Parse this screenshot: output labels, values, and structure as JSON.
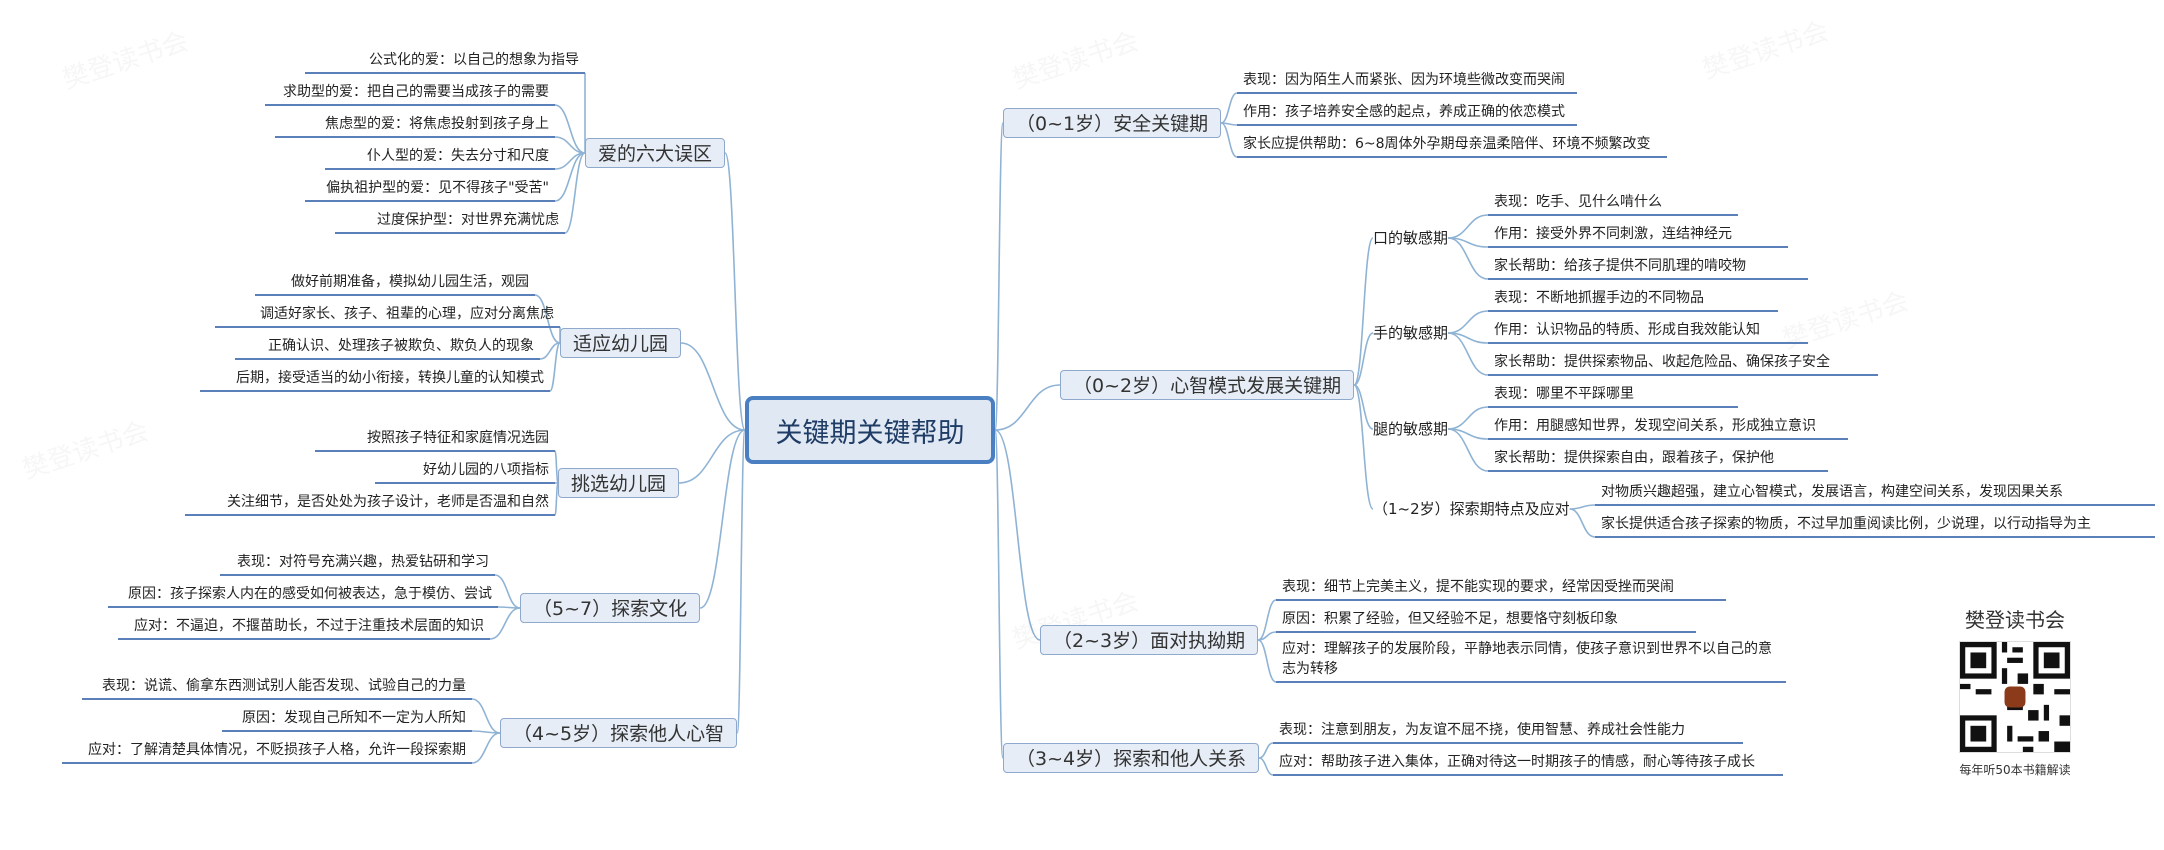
{
  "center": "关键期关键帮助",
  "branches": [
    {
      "label": "（0~1岁）安全关键期",
      "items": [
        "表现：因为陌生人而紧张、因为环境些微改变而哭闹",
        "作用：孩子培养安全感的起点，养成正确的依恋模式",
        "家长应提供帮助：6~8周体外孕期母亲温柔陪伴、环境不频繁改变"
      ]
    },
    {
      "label": "（0~2岁）心智模式发展关键期",
      "groups": [
        {
          "label": "口的敏感期",
          "items": [
            "表现：吃手、见什么啃什么",
            "作用：接受外界不同刺激，连结神经元",
            "家长帮助：给孩子提供不同肌理的啃咬物"
          ]
        },
        {
          "label": "手的敏感期",
          "items": [
            "表现：不断地抓握手边的不同物品",
            "作用：认识物品的特质、形成自我效能认知",
            "家长帮助：提供探索物品、收起危险品、确保孩子安全"
          ]
        },
        {
          "label": "腿的敏感期",
          "items": [
            "表现：哪里不平踩哪里",
            "作用：用腿感知世界，发现空间关系，形成独立意识",
            "家长帮助：提供探索自由，跟着孩子，保护他"
          ]
        },
        {
          "label": "（1~2岁）探索期特点及应对",
          "items": [
            "对物质兴趣超强，建立心智模式，发展语言，构建空间关系，发现因果关系",
            "家长提供适合孩子探索的物质，不过早加重阅读比例，少说理，以行动指导为主"
          ]
        }
      ]
    },
    {
      "label": "（2~3岁）面对执拗期",
      "items": [
        "表现：细节上完美主义，提不能实现的要求，经常因受挫而哭闹",
        "原因：积累了经验，但又经验不足，想要恪守刻板印象",
        "应对：理解孩子的发展阶段，平静地表示同情，使孩子意识到世界不以自己的意志为转移"
      ]
    },
    {
      "label": "（3~4岁）探索和他人关系",
      "items": [
        "表现：注意到朋友，为友谊不屈不挠，使用智慧、养成社会性能力",
        "应对：帮助孩子进入集体，正确对待这一时期孩子的情感，耐心等待孩子成长"
      ]
    },
    {
      "label": "爱的六大误区",
      "items": [
        "公式化的爱：以自己的想象为指导",
        "求助型的爱：把自己的需要当成孩子的需要",
        "焦虑型的爱：将焦虑投射到孩子身上",
        "仆人型的爱：失去分寸和尺度",
        "偏执祖护型的爱：见不得孩子\"受苦\"",
        "过度保护型：对世界充满忧虑"
      ]
    },
    {
      "label": "适应幼儿园",
      "items": [
        "做好前期准备，模拟幼儿园生活，观园",
        "调适好家长、孩子、祖辈的心理，应对分离焦虑",
        "正确认识、处理孩子被欺负、欺负人的现象",
        "后期，接受适当的幼小衔接，转换儿童的认知模式"
      ]
    },
    {
      "label": "挑选幼儿园",
      "items": [
        "按照孩子特征和家庭情况选园",
        "好幼儿园的八项指标",
        "关注细节，是否处处为孩子设计，老师是否温和自然"
      ]
    },
    {
      "label": "（5~7）探索文化",
      "items": [
        "表现：对符号充满兴趣，热爱钻研和学习",
        "原因：孩子探索人内在的感受如何被表达，急于模仿、尝试",
        "应对：不逼迫，不揠苗助长，不过于注重技术层面的知识"
      ]
    },
    {
      "label": "（4~5岁）探索他人心智",
      "items": [
        "表现：说谎、偷拿东西测试别人能否发现、试验自己的力量",
        "原因：发现自己所知不一定为人所知",
        "应对：了解清楚具体情况，不贬损孩子人格，允许一段探索期"
      ]
    }
  ],
  "brand": {
    "title": "樊登读书会",
    "caption": "每年听50本书籍解读",
    "qr_icon": "qr-code-icon"
  },
  "watermark": "樊登读书会",
  "colors": {
    "line": "#8fb3d4",
    "underline": "#5b7fb8",
    "root_border": "#4a80c2",
    "branch_fill": "#e6edf6",
    "root_fill": "#dfe8f3"
  }
}
